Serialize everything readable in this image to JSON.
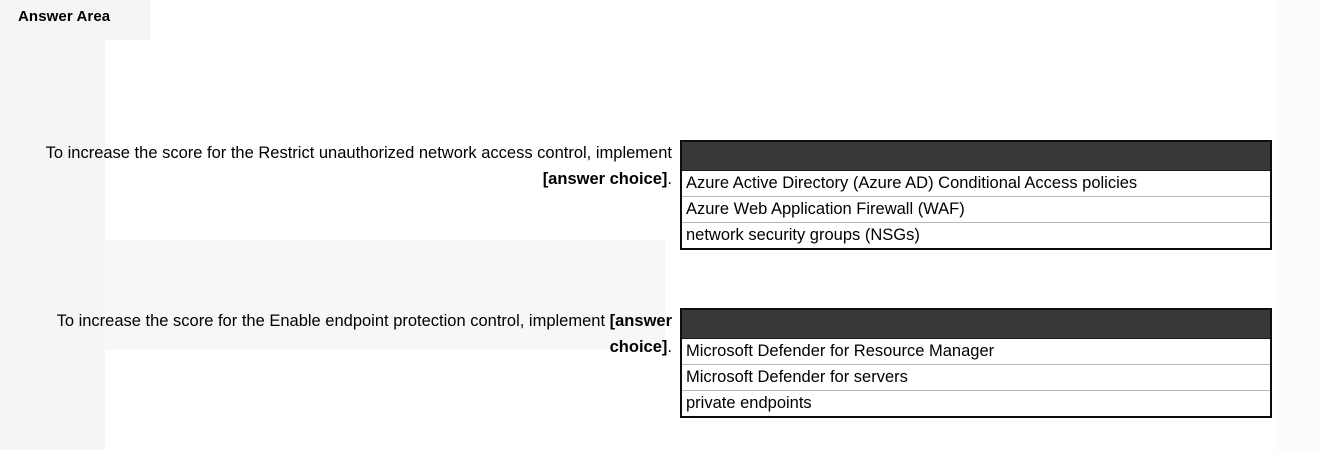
{
  "page": {
    "title": "Answer Area"
  },
  "theme": {
    "dropdown_header_color": "#373737",
    "dropdown_border_color": "#0d0d0d",
    "option_separator_color": "#b8b8b8",
    "page_background": "#ffffff",
    "text_color": "#000000"
  },
  "questions": [
    {
      "prompt_line1": "To increase the score for the Restrict unauthorized network access control,",
      "prompt_line2_prefix": "implement ",
      "prompt_line2_strong": "[answer choice]",
      "prompt_line2_suffix": ".",
      "dropdown": {
        "selected": "",
        "options": [
          "Azure Active Directory (Azure AD) Conditional Access policies",
          "Azure Web Application Firewall (WAF)",
          "network security groups (NSGs)"
        ]
      }
    },
    {
      "prompt_line1": "To increase the score for the Enable endpoint protection control, implement",
      "prompt_line2_prefix": "",
      "prompt_line2_strong": "[answer choice]",
      "prompt_line2_suffix": ".",
      "dropdown": {
        "selected": "",
        "options": [
          "Microsoft Defender for Resource Manager",
          "Microsoft Defender for servers",
          "private endpoints"
        ]
      }
    }
  ]
}
